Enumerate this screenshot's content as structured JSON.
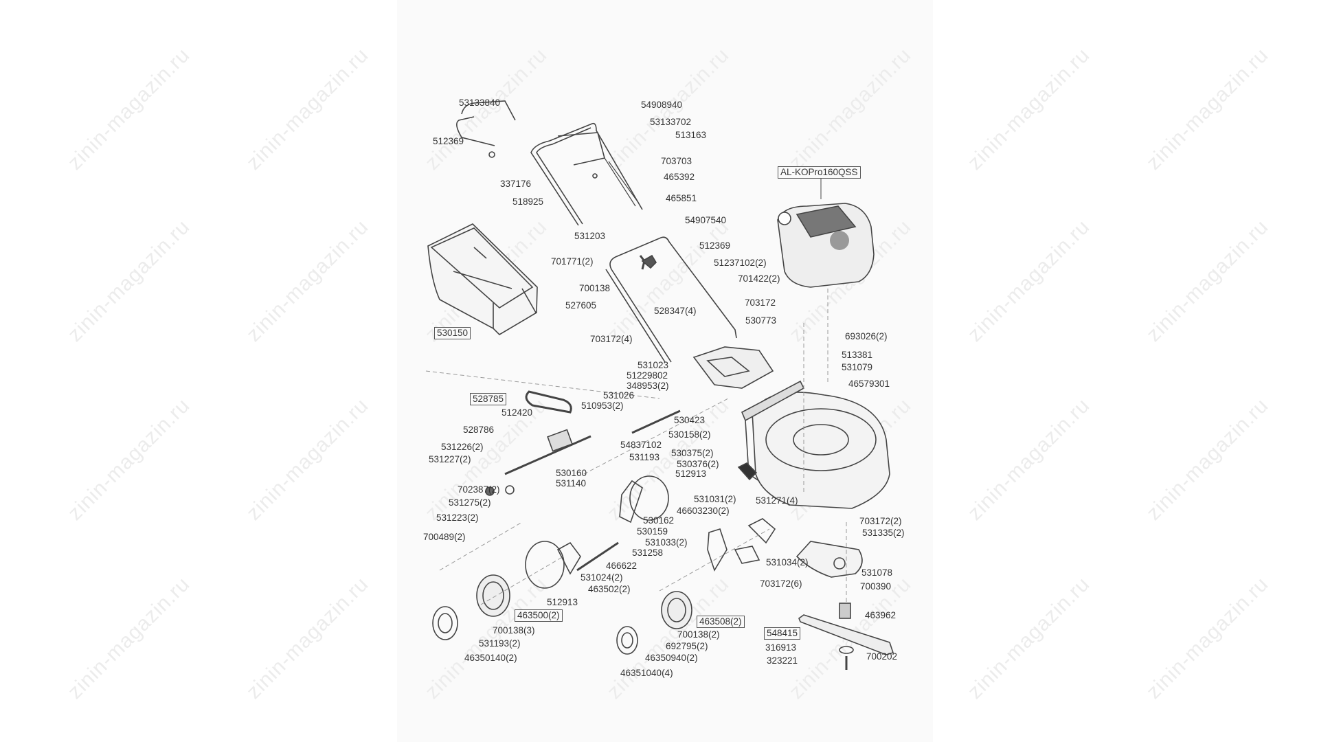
{
  "watermark": "zinin-magazin.ru",
  "diagram": {
    "engine_model": "AL-KOPro160QSS",
    "parts": [
      {
        "label": "53133840",
        "boxed": false
      },
      {
        "label": "54908940",
        "boxed": false
      },
      {
        "label": "53133702",
        "boxed": false
      },
      {
        "label": "513163",
        "boxed": false
      },
      {
        "label": "512369",
        "boxed": false
      },
      {
        "label": "703703",
        "boxed": false
      },
      {
        "label": "337176",
        "boxed": false
      },
      {
        "label": "465392",
        "boxed": false
      },
      {
        "label": "518925",
        "boxed": false
      },
      {
        "label": "465851",
        "boxed": false
      },
      {
        "label": "54907540",
        "boxed": false
      },
      {
        "label": "531203",
        "boxed": false
      },
      {
        "label": "512369",
        "boxed": false
      },
      {
        "label": "51237102(2)",
        "boxed": false
      },
      {
        "label": "701771(2)",
        "boxed": false
      },
      {
        "label": "701422(2)",
        "boxed": false
      },
      {
        "label": "700138",
        "boxed": false
      },
      {
        "label": "703172",
        "boxed": false
      },
      {
        "label": "530773",
        "boxed": false
      },
      {
        "label": "528347(4)",
        "boxed": false
      },
      {
        "label": "693026(2)",
        "boxed": false
      },
      {
        "label": "703172(4)",
        "boxed": false
      },
      {
        "label": "513381",
        "boxed": false
      },
      {
        "label": "531079",
        "boxed": false
      },
      {
        "label": "531023",
        "boxed": false
      },
      {
        "label": "51229802",
        "boxed": false
      },
      {
        "label": "348953(2)",
        "boxed": false
      },
      {
        "label": "46579301",
        "boxed": false
      },
      {
        "label": "531026",
        "boxed": false
      },
      {
        "label": "510953(2)",
        "boxed": false
      },
      {
        "label": "530423",
        "boxed": false
      },
      {
        "label": "528785",
        "boxed": true
      },
      {
        "label": "512420",
        "boxed": false
      },
      {
        "label": "528786",
        "boxed": false
      },
      {
        "label": "531226(2)",
        "boxed": false
      },
      {
        "label": "531227(2)",
        "boxed": false
      },
      {
        "label": "54837102",
        "boxed": false
      },
      {
        "label": "531193",
        "boxed": false
      },
      {
        "label": "530375(2)",
        "boxed": false
      },
      {
        "label": "530376(2)",
        "boxed": false
      },
      {
        "label": "512913",
        "boxed": false
      },
      {
        "label": "530158(2)",
        "boxed": false
      },
      {
        "label": "530160",
        "boxed": false
      },
      {
        "label": "531140",
        "boxed": false
      },
      {
        "label": "702387(2)",
        "boxed": false
      },
      {
        "label": "531275(2)",
        "boxed": false
      },
      {
        "label": "531223(2)",
        "boxed": false
      },
      {
        "label": "700489(2)",
        "boxed": false
      },
      {
        "label": "530162",
        "boxed": false
      },
      {
        "label": "530159",
        "boxed": false
      },
      {
        "label": "531031(2)",
        "boxed": false
      },
      {
        "label": "46603230(2)",
        "boxed": false
      },
      {
        "label": "531271(4)",
        "boxed": false
      },
      {
        "label": "531033(2)",
        "boxed": false
      },
      {
        "label": "531258",
        "boxed": false
      },
      {
        "label": "466622",
        "boxed": false
      },
      {
        "label": "531024(2)",
        "boxed": false
      },
      {
        "label": "463502(2)",
        "boxed": false
      },
      {
        "label": "512913",
        "boxed": false
      },
      {
        "label": "463500(2)",
        "boxed": true
      },
      {
        "label": "700138(3)",
        "boxed": false
      },
      {
        "label": "531193(2)",
        "boxed": false
      },
      {
        "label": "46350140(2)",
        "boxed": false
      },
      {
        "label": "463508(2)",
        "boxed": true
      },
      {
        "label": "700138(2)",
        "boxed": false
      },
      {
        "label": "692795(2)",
        "boxed": false
      },
      {
        "label": "46350940(2)",
        "boxed": false
      },
      {
        "label": "46351040(4)",
        "boxed": false
      },
      {
        "label": "703172(2)",
        "boxed": false
      },
      {
        "label": "531335(2)",
        "boxed": false
      },
      {
        "label": "531034(2)",
        "boxed": false
      },
      {
        "label": "531078",
        "boxed": false
      },
      {
        "label": "703172(6)",
        "boxed": false
      },
      {
        "label": "700390",
        "boxed": false
      },
      {
        "label": "463962",
        "boxed": false
      },
      {
        "label": "548415",
        "boxed": true
      },
      {
        "label": "316913",
        "boxed": false
      },
      {
        "label": "700202",
        "boxed": false
      },
      {
        "label": "323221",
        "boxed": false
      },
      {
        "label": "530150",
        "boxed": true
      },
      {
        "label": "527605",
        "boxed": false
      }
    ]
  }
}
